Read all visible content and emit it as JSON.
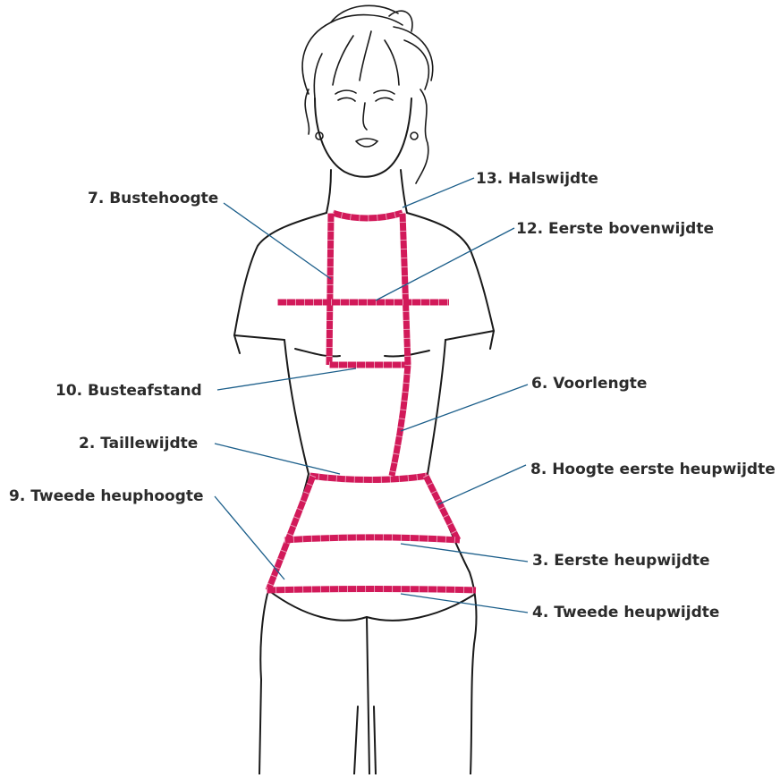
{
  "labels": {
    "halswijdte": "13. Halswijdte",
    "bustehoogte": "7. Bustehoogte",
    "eerste_bovenwijdte": "12. Eerste bovenwijdte",
    "busteafstand": "10. Busteafstand",
    "voorlengte": "6. Voorlengte",
    "taillewijdte": "2. Taillewijdte",
    "hoogte_eerste_heupwijdte": "8. Hoogte eerste heupwijdte",
    "tweede_heuphoogte": "9. Tweede heuphoogte",
    "eerste_heupwijdte": "3. Eerste heupwijdte",
    "tweede_heupwijdte": "4. Tweede heupwijdte"
  },
  "colors": {
    "tape": "#d21a5a",
    "leader": "#1b5e8a",
    "outline": "#1a1a1a",
    "label_text": "#2b2b2b"
  }
}
